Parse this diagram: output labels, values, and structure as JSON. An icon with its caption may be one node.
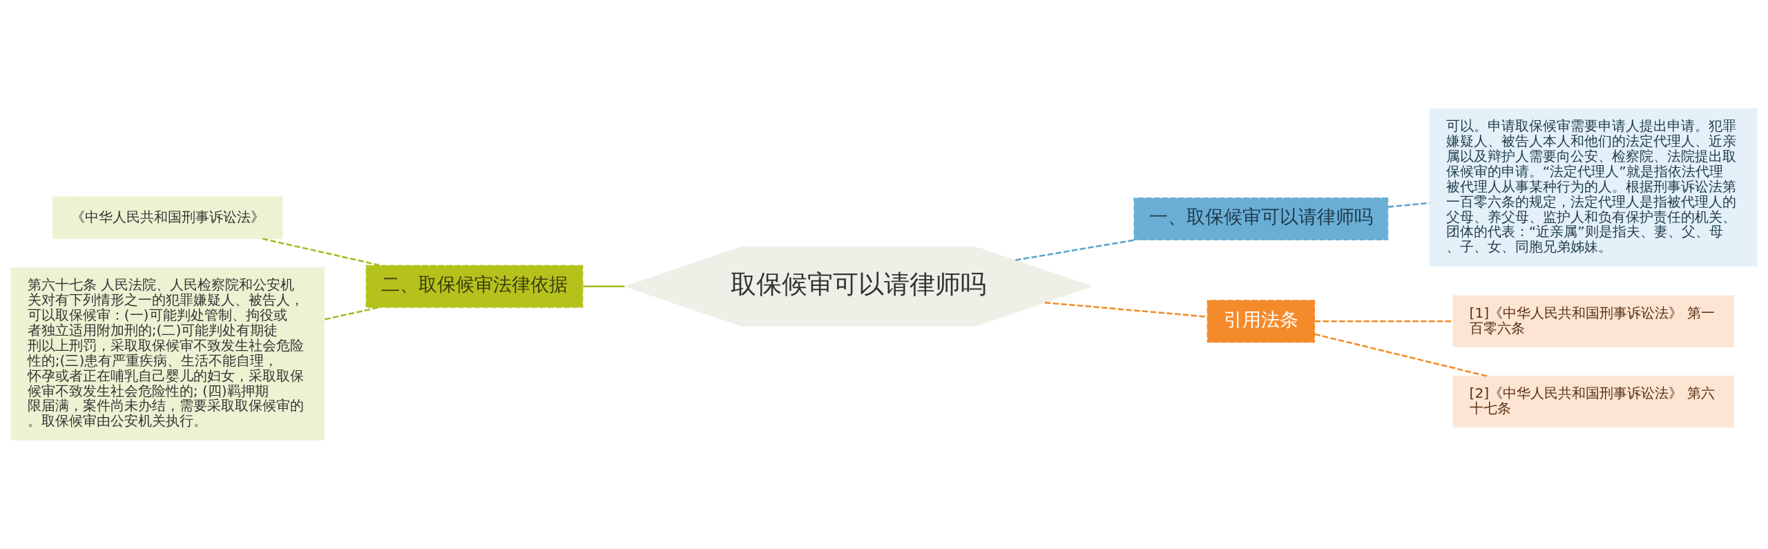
{
  "diagram": {
    "nodes": [
      {
        "text": [
          "取保候审可以请律师吗"
        ]
      },
      {
        "text": [
          "一、取保候审可以请律师吗"
        ]
      },
      {
        "text": [
          "可以。申请取保候审需要申请人提出申请。犯罪嫌疑人、被告人本人和他们的法定代理人、近亲属以及辩护人需要向公安、检察院、法院提出取保候审的申请。“法定代理人”就是指依法代理被代理人从事某种行为的人。根据刑事诉讼法第一百零六条的规定，法定代理人是指被代理人的父母、养父母、监护人和负有保护责任的机关、团体的代表：“近亲属”则是指夫、妻、父、母、子、女、同胞兄弟姊妹。"
        ]
      },
      {
        "text": [
          "引用法条"
        ]
      },
      {
        "text": [
          "[1]《中华人民共和国刑事诉讼法》 第一百零六条"
        ]
      },
      {
        "text": [
          "[2]《中华人民共和国刑事诉讼法》 第六十七条"
        ]
      },
      {
        "text": [
          "二、取保候审法律依据"
        ]
      },
      {
        "text": [
          "《中华人民共和国刑事诉讼法》"
        ]
      },
      {
        "text": [
          "第六十七条 人民法院、人民检察院和公安机关对有下列情形之一的犯罪嫌疑人、被告人，可以取保候审：(一)可能判处管制、拘役或者独立适用附加刑的;(二)可能判处有期徒刑以上刑罚，采取取保候审不致发生社会危险性的;(三)患有严重疾病、生活不能自理，怀孕或者正在哺乳自己婴儿的妇女，采取取保候审不致发生社会危险性的; (四)羁押期限届满，案件尚未办结，需要采取取保候审的。取保候审由公安机关执行。"
        ]
      }
    ],
    "edges": [
      {
        "from": 0,
        "to": 1,
        "arrow": "none",
        "style": "dashed",
        "color": "#5ba3c9"
      },
      {
        "from": 1,
        "to": 2,
        "arrow": "none",
        "style": "dashed",
        "color": "#5ba3c9"
      },
      {
        "from": 0,
        "to": 3,
        "arrow": "none",
        "style": "dashed",
        "color": "#f08a24"
      },
      {
        "from": 3,
        "to": 4,
        "arrow": "none",
        "style": "dashed",
        "color": "#f08a24"
      },
      {
        "from": 3,
        "to": 5,
        "arrow": "none",
        "style": "dashed",
        "color": "#f08a24"
      },
      {
        "from": 0,
        "to": 6,
        "arrow": "none",
        "color": "#a8b820"
      },
      {
        "from": 6,
        "to": 7,
        "arrow": "none",
        "style": "dashed",
        "color": "#a8b820"
      },
      {
        "from": 6,
        "to": 8,
        "arrow": "none",
        "style": "dashed",
        "color": "#a8b820"
      }
    ]
  }
}
